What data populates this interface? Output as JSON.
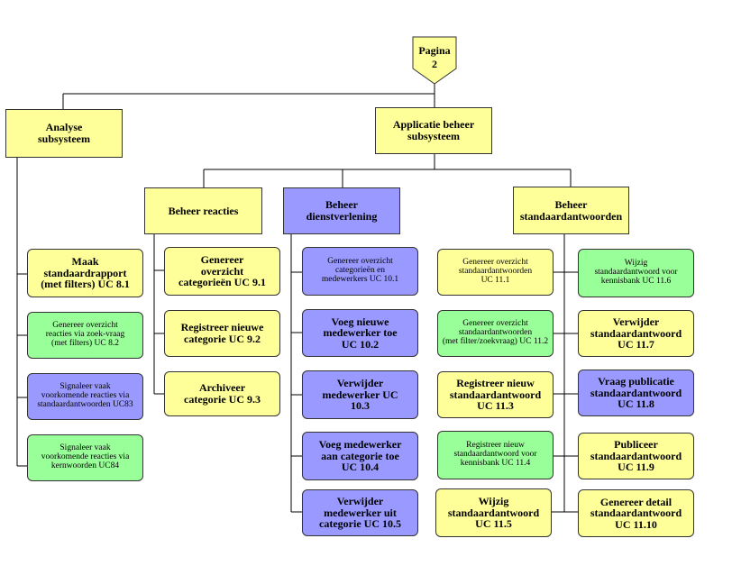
{
  "page_tag": "Pagina\n2",
  "header_boxes": {
    "analyse": "Analyse\nsubsysteem",
    "applicatie": "Applicatie beheer\nsubsysteem"
  },
  "group_headers": {
    "reacties": "Beheer reacties",
    "dienst": "Beheer\ndienstverlening",
    "standaard": "Beheer\nstandaardantwoorden"
  },
  "use_cases": {
    "uc81": "Maak\nstandaardrapport\n(met filters) UC 8.1",
    "uc82": "Genereer overzicht\nreacties via zoek-vraag\n(met filters) UC 8.2",
    "uc83": "Signaleer vaak\nvoorkomende reacties via\nstandaardantwoorden UC83",
    "uc84": "Signaleer vaak\nvoorkomende reacties via\nkernwoorden UC84",
    "uc91": "Genereer\noverzicht\ncategorieën UC 9.1",
    "uc92": "Registreer nieuwe\ncategorie UC 9.2",
    "uc93": "Archiveer\ncategorie UC 9.3",
    "uc101": "Genereer overzicht\ncategorieën en\nmedewerkers UC 10.1",
    "uc102": "Voeg nieuwe\nmedewerker toe\nUC 10.2",
    "uc103": "Verwijder\nmedewerker UC\n10.3",
    "uc104": "Voeg medewerker\naan categorie toe\nUC 10.4",
    "uc105": "Verwijder\nmedewerker uit\ncategorie UC 10.5",
    "uc111": "Genereer overzicht\nstandaardantwoorden\nUC 11.1",
    "uc112": "Genereer overzicht\nstandaardantwoorden\n(met filter/zoekvraag) UC 11.2",
    "uc113": "Registreer nieuw\nstandaardantwoord\nUC 11.3",
    "uc114": "Registreer nieuw\nstandaardantwoord voor\nkennisbank UC 11.4",
    "uc115": "Wijzig\nstandaardantwoord\nUC 11.5",
    "uc116": "Wijzig\nstandaardantwoord voor\nkennisbank UC 11.6",
    "uc117": "Verwijder\nstandaardantwoord\nUC 11.7",
    "uc118": "Vraag publicatie\nstandaardantwoord\nUC 11.8",
    "uc119": "Publiceer\nstandaardantwoord\nUC 11.9",
    "uc1110": "Genereer detail\nstandaardantwoord\nUC 11.10"
  },
  "colors": {
    "yellow": "#ffff99",
    "blue": "#9999ff",
    "green": "#99ff99",
    "line": "#000000"
  }
}
